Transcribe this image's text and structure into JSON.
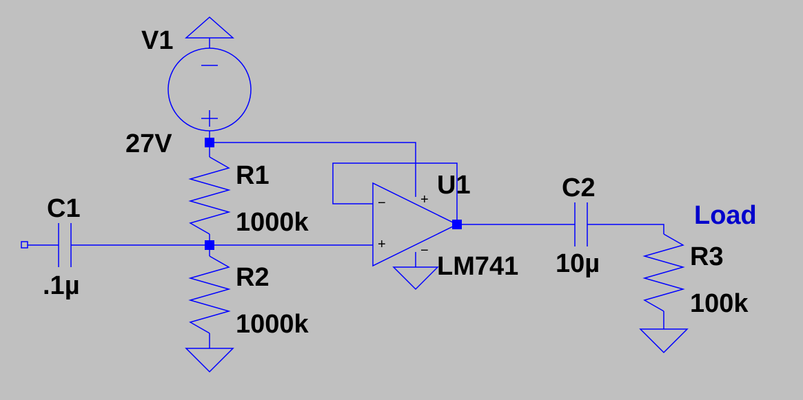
{
  "components": {
    "v1": {
      "name": "V1",
      "value": "27V"
    },
    "r1": {
      "name": "R1",
      "value": "1000k"
    },
    "r2": {
      "name": "R2",
      "value": "1000k"
    },
    "r3": {
      "name": "R3",
      "value": "100k"
    },
    "c1": {
      "name": "C1",
      "value": ".1µ"
    },
    "c2": {
      "name": "C2",
      "value": "10µ"
    },
    "u1": {
      "name": "U1",
      "value": "LM741"
    }
  },
  "nets": {
    "load": "Load"
  },
  "colors": {
    "background": "#c0c0c0",
    "wire": "#0000ff",
    "text": "#000000",
    "net_label": "#0000cc"
  }
}
